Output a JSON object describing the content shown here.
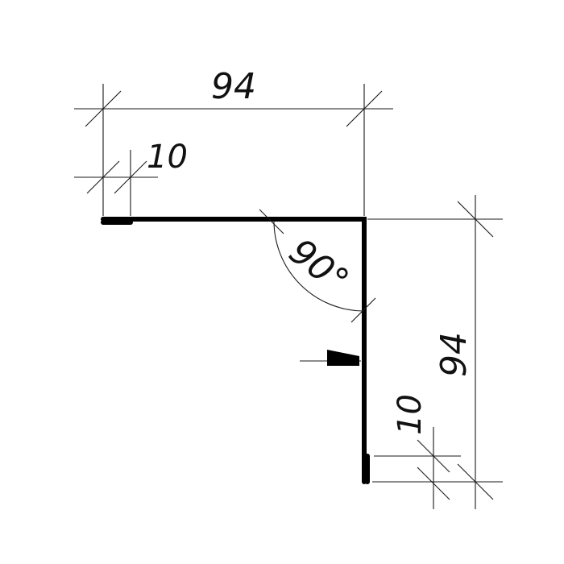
{
  "dimensions": {
    "top_width": "94",
    "top_hem": "10",
    "side_height": "94",
    "side_hem": "10",
    "angle": "90°"
  },
  "colors": {
    "profile": "#000000",
    "lines": "#1a1a1a",
    "background": "#ffffff"
  }
}
